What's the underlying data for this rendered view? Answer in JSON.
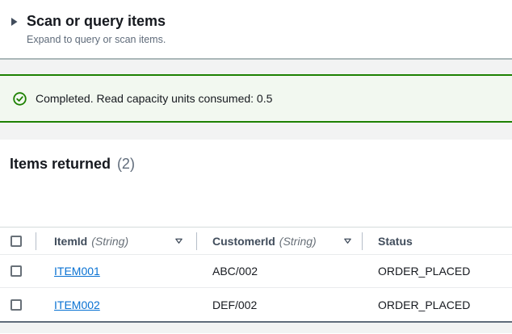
{
  "expander": {
    "title": "Scan or query items",
    "subtitle": "Expand to query or scan items."
  },
  "banner": {
    "status": "success",
    "message": "Completed. Read capacity units consumed: 0.5",
    "icon": "success-check-circle",
    "accent_color": "#1d8102",
    "background_color": "#f2f8f0"
  },
  "results": {
    "title": "Items returned",
    "count": "(2)"
  },
  "table": {
    "columns": [
      {
        "name": "ItemId",
        "type": "(String)",
        "sortable": true
      },
      {
        "name": "CustomerId",
        "type": "(String)",
        "sortable": true
      },
      {
        "name": "Status",
        "type": "",
        "sortable": false
      }
    ],
    "rows": [
      {
        "item_id": "ITEM001",
        "customer_id": "ABC/002",
        "status": "ORDER_PLACED"
      },
      {
        "item_id": "ITEM002",
        "customer_id": "DEF/002",
        "status": "ORDER_PLACED"
      }
    ]
  },
  "icons": {
    "expand_caret": "right-triangle",
    "success_check": "check-in-circle",
    "sort": "down-triangle-outline"
  },
  "colors": {
    "link": "#0972d3",
    "success_green": "#1d8102",
    "header_text": "#414d5c",
    "secondary_text": "#5f6b7a",
    "divider": "#e9ebed",
    "strip_gray": "#f2f3f3"
  }
}
